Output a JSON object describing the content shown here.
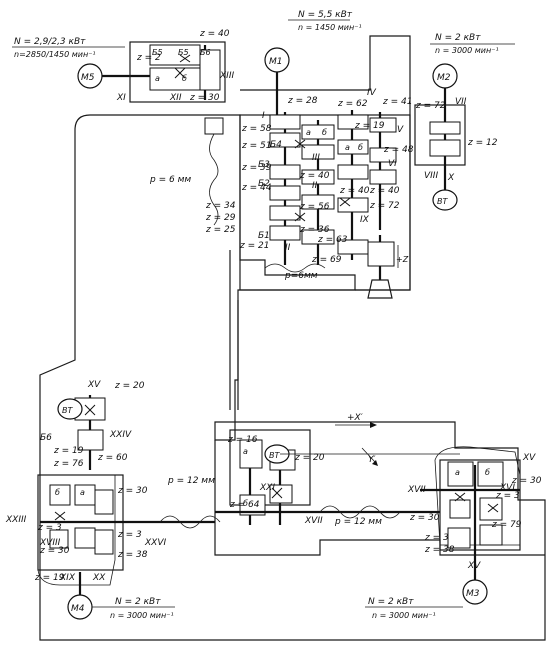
{
  "motors": {
    "m5": {
      "label": "M5",
      "power": "N = 2,9/2,3 кВт",
      "speed": "n=2850/1450 мин⁻¹"
    },
    "m1": {
      "label": "M1",
      "power": "N = 5,5 кВт",
      "speed": "n = 1450 мин⁻¹"
    },
    "m2": {
      "label": "M2",
      "power": "N = 2 кВт",
      "speed": "n = 3000 мин⁻¹"
    },
    "m4": {
      "label": "M4",
      "power": "N = 2 кВт",
      "speed": "n = 3000 мин⁻¹"
    },
    "m3": {
      "label": "M3",
      "power": "N = 2 кВт",
      "speed": "n = 3000 мин⁻¹"
    }
  },
  "pitch": {
    "vertical": "p = 6 мм",
    "head": "p=6мм",
    "left": "p = 12 мм",
    "right": "p = 12 мм"
  },
  "brakes": {
    "a": "ВТ",
    "b": "ВТ",
    "c": "ВТ"
  },
  "axes": {
    "x": "+X′",
    "y": "Y′",
    "z": "+Z"
  },
  "shafts": [
    "I",
    "II",
    "III",
    "IV",
    "V",
    "VI",
    "VII",
    "VIII",
    "IX",
    "X",
    "XI",
    "XII",
    "XIII",
    "XV",
    "XVI",
    "XVII",
    "XVIII",
    "XIX",
    "XX",
    "XXI",
    "XXIII",
    "XXIV",
    "XXV",
    "XXVI"
  ],
  "clutches": [
    "Б1",
    "Б2",
    "Б3",
    "Б4",
    "Б5",
    "Б6"
  ],
  "gears": {
    "z40top": "z = 40",
    "z2": "z = 2",
    "z30a": "z = 30",
    "z28": "z = 28",
    "z62": "z = 62",
    "z41": "z = 41",
    "z58": "z = 58",
    "z19": "z = 19",
    "z48": "z = 48",
    "z51": "z = 51",
    "z72a": "z = 72",
    "z12": "z = 12",
    "z39": "z = 39",
    "z44": "z = 44",
    "z34": "z = 34",
    "z29": "z = 29",
    "z25": "z = 25",
    "z21": "z = 21",
    "z40b": "z = 40",
    "z56": "z = 56",
    "z36": "z = 36",
    "z63": "z = 63",
    "z69": "z = 69",
    "z40c": "z = 40",
    "z72b": "z = 72",
    "z20a": "z = 20",
    "z19b": "z = 19",
    "z76": "z = 76",
    "z60": "z = 60",
    "z30b": "z = 30",
    "z3a": "z = 3",
    "z30c": "z = 30",
    "z38a": "z = 38",
    "z3b": "z = 3",
    "z19c": "z = 19",
    "z16": "z = 16",
    "z20b": "z = 20",
    "z64": "z = 64",
    "z30d": "z = 30",
    "z30e": "z = 30",
    "z3c": "z = 3",
    "z38b": "z = 38",
    "z3d": "z = 3",
    "z79": "z = 79"
  },
  "labels": {
    "a": "а",
    "b": "б"
  }
}
